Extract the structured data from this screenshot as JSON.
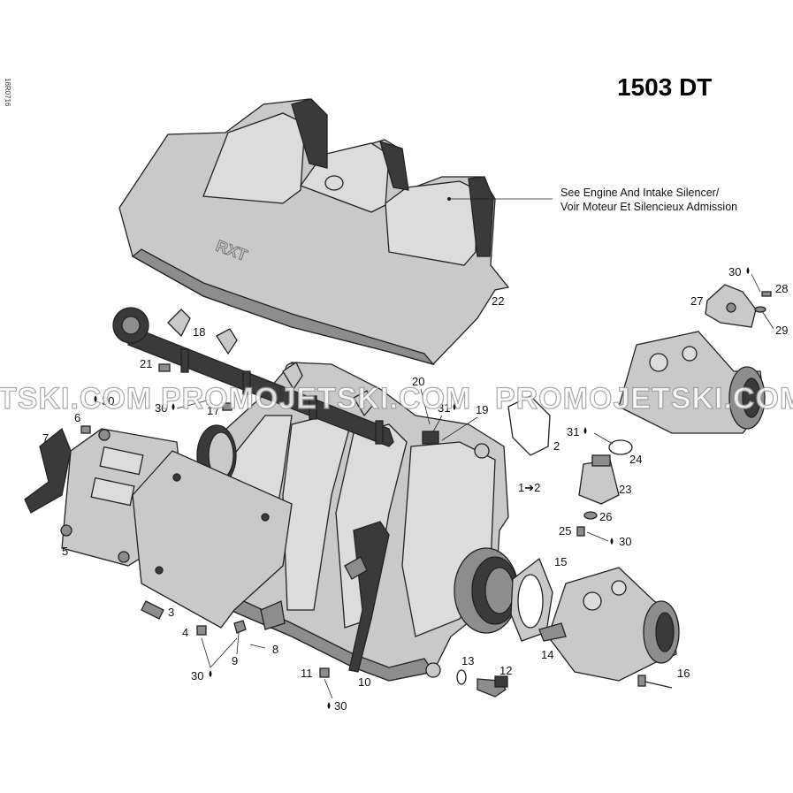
{
  "title": "1503 DT",
  "drawing_number": "18R0716",
  "note": {
    "line1": "See Engine And Intake Silencer/",
    "line2": "Voir Moteur Et Silencieux Admission"
  },
  "cover_text": "RXT",
  "watermark": "PROMOJETSKI.COM",
  "watermark_left": "TSKI.COM",
  "labels": {
    "l1": "1",
    "l1to2": "1➔2",
    "l2": "2",
    "l3": "3",
    "l4": "4",
    "l5": "5",
    "l6": "6",
    "l7": "7",
    "l8": "8",
    "l9": "9",
    "l10": "10",
    "l11": "11",
    "l12": "12",
    "l13": "13",
    "l14": "14",
    "l15": "15",
    "l16": "16",
    "l17": "17",
    "l18": "18",
    "l19": "19",
    "l20": "20",
    "l21": "21",
    "l22": "22",
    "l23": "23",
    "l24": "24",
    "l25": "25",
    "l26": "26",
    "l27": "27",
    "l28": "28",
    "l29": "29",
    "l30a": "30",
    "l30b": "30",
    "l30c": "30",
    "l30d": "30",
    "l30e": "30",
    "l30f": "30",
    "l31a": "31",
    "l31b": "31"
  },
  "colors": {
    "part_light": "#c9c9c9",
    "part_dark": "#3a3a3a",
    "watermark_stroke": "#9a9a9a"
  }
}
